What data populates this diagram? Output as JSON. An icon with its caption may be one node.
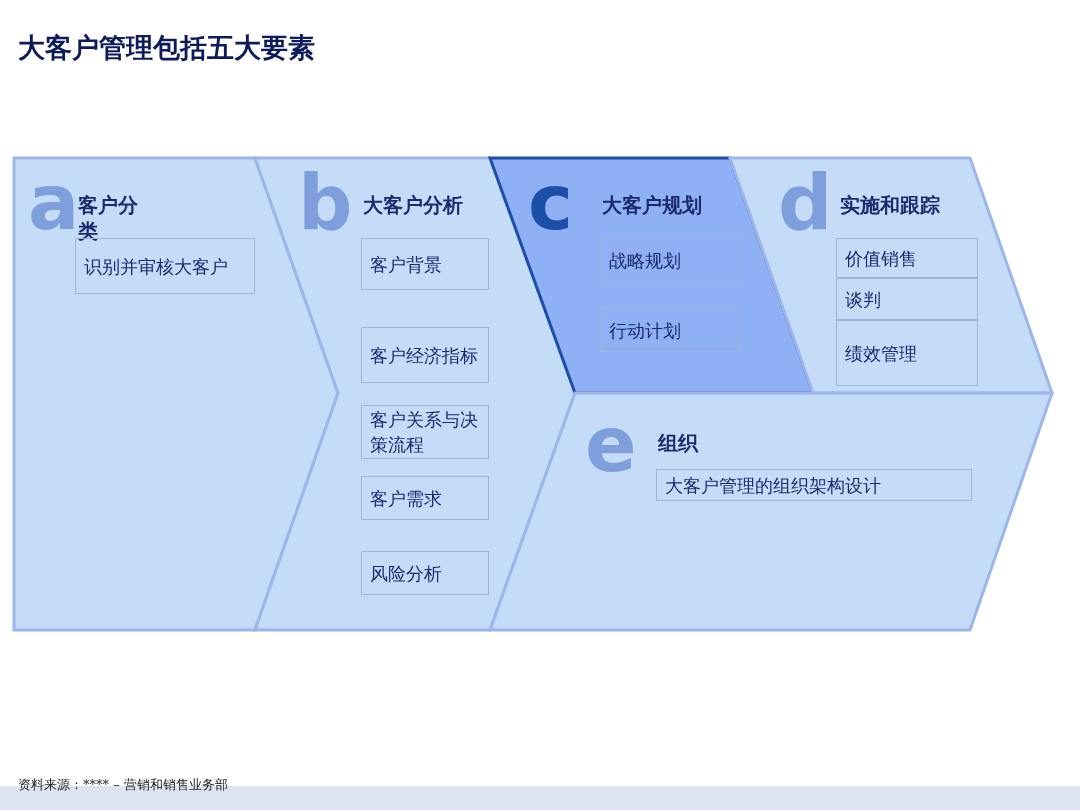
{
  "diagram": {
    "title": "大客户管理包括五大要素",
    "caption": "资料来源：**** – 营销和销售业务部",
    "nodes": [
      {
        "text": [
          "a",
          "客户分类"
        ]
      },
      {
        "text": [
          "识别并审核大客户"
        ],
        "in": 0
      },
      {
        "text": [
          "b",
          "大客户分析"
        ]
      },
      {
        "text": [
          "客户背景"
        ],
        "in": 2
      },
      {
        "text": [
          "客户经济指标"
        ],
        "in": 2
      },
      {
        "text": [
          "客户关系与决策流程"
        ],
        "in": 2
      },
      {
        "text": [
          "客户需求"
        ],
        "in": 2
      },
      {
        "text": [
          "风险分析"
        ],
        "in": 2
      },
      {
        "text": [
          "c",
          "大客户规划"
        ]
      },
      {
        "text": [
          "战略规划"
        ],
        "in": 8
      },
      {
        "text": [
          "行动计划"
        ],
        "in": 8
      },
      {
        "text": [
          "d",
          "实施和跟踪"
        ]
      },
      {
        "text": [
          "价值销售"
        ],
        "in": 11
      },
      {
        "text": [
          "谈判"
        ],
        "in": 11
      },
      {
        "text": [
          "绩效管理"
        ],
        "in": 11
      },
      {
        "text": [
          "e",
          "组织"
        ]
      },
      {
        "text": [
          "大客户管理的组织架构设计"
        ],
        "in": 15
      }
    ],
    "edges": []
  }
}
